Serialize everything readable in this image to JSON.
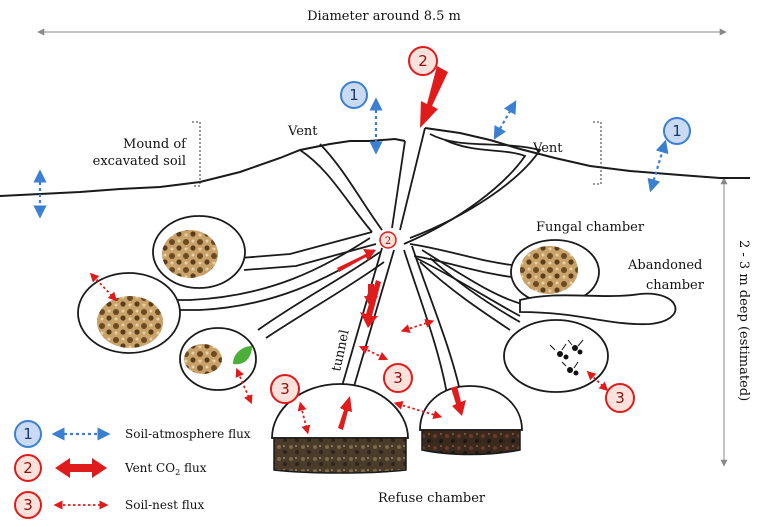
{
  "diameter_label": "Diameter around 8.5 m",
  "depth_label": "2 - 3 m deep (estimated)",
  "labels": {
    "mound": "Mound of",
    "mound2": "excavated soil",
    "vent_left": "Vent",
    "vent_right": "Vent",
    "fungal": "Fungal chamber",
    "abandoned": "Abandoned",
    "abandoned2": "chamber",
    "tunnel": "tunnel",
    "refuse": "Refuse chamber"
  },
  "markers": {
    "n1": "1",
    "n2": "2",
    "n3": "3"
  },
  "legend": {
    "items": [
      {
        "num": "1",
        "text": "Soil-atmosphere flux"
      },
      {
        "num": "2",
        "text": "Vent CO",
        "sub": "2",
        "text2": " flux"
      },
      {
        "num": "3",
        "text": "Soil-nest flux"
      }
    ]
  },
  "colors": {
    "blue": "#3b7fd1",
    "blue_fill": "#c9daf2",
    "red": "#e01b1b",
    "red_fill": "#fde2dc",
    "outline": "#1a1a1a"
  }
}
